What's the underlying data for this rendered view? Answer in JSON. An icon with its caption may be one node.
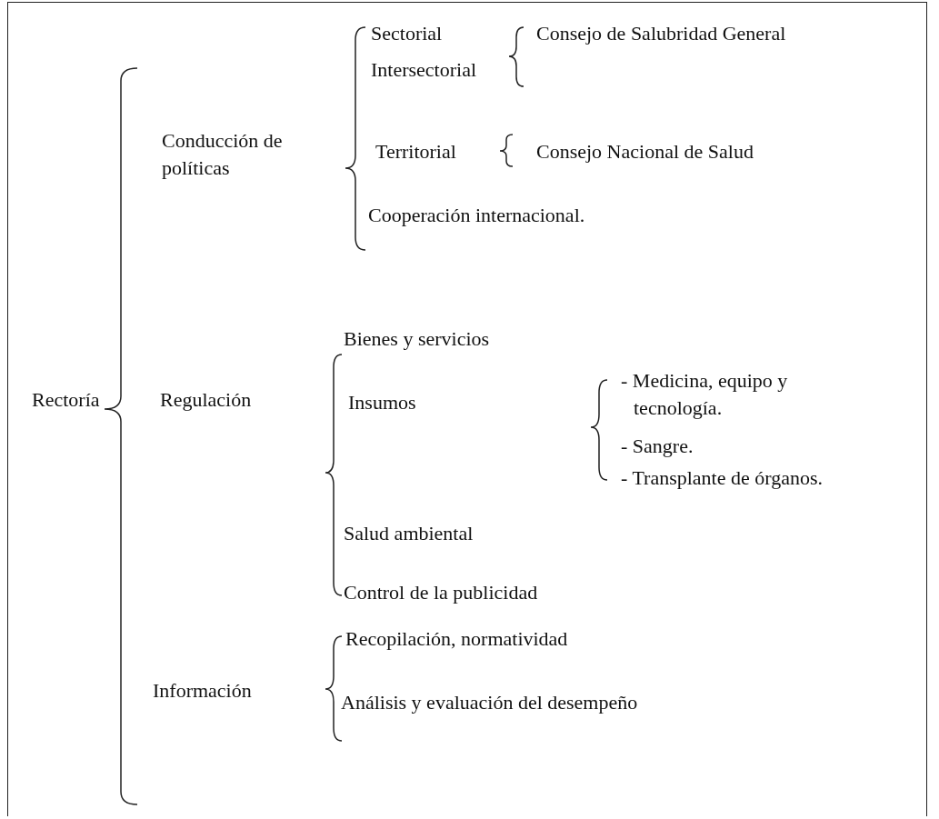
{
  "diagram": {
    "labels": [
      "Sectorial",
      "Consejo de Salubridad General",
      "Intersectorial",
      "Conducción de políticas",
      "Territorial",
      "Consejo Nacional de Salud",
      "Cooperación internacional.",
      "Bienes y servicios",
      "Rectoría",
      "Regulación",
      "Insumos",
      "- Medicina, equipo y tecnología.",
      "- Sangre.",
      "- Transplante de órganos.",
      "Salud ambiental",
      "Control de la publicidad",
      "Recopilación, normatividad",
      "Información",
      "Análisis y evaluación del desempeño"
    ]
  }
}
